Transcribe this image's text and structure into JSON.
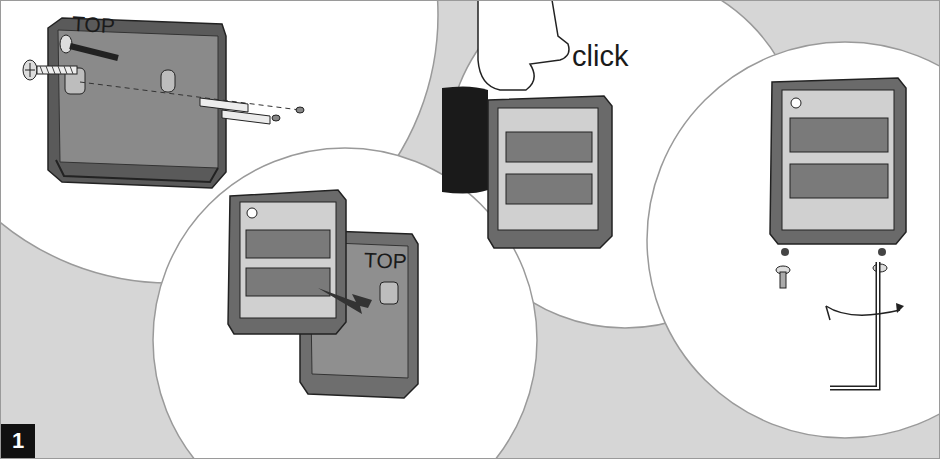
{
  "diagram": {
    "nodes": [
      {
        "text": [
          "1"
        ]
      }
    ],
    "labels": [
      "TOP",
      "click",
      "TOP"
    ]
  }
}
